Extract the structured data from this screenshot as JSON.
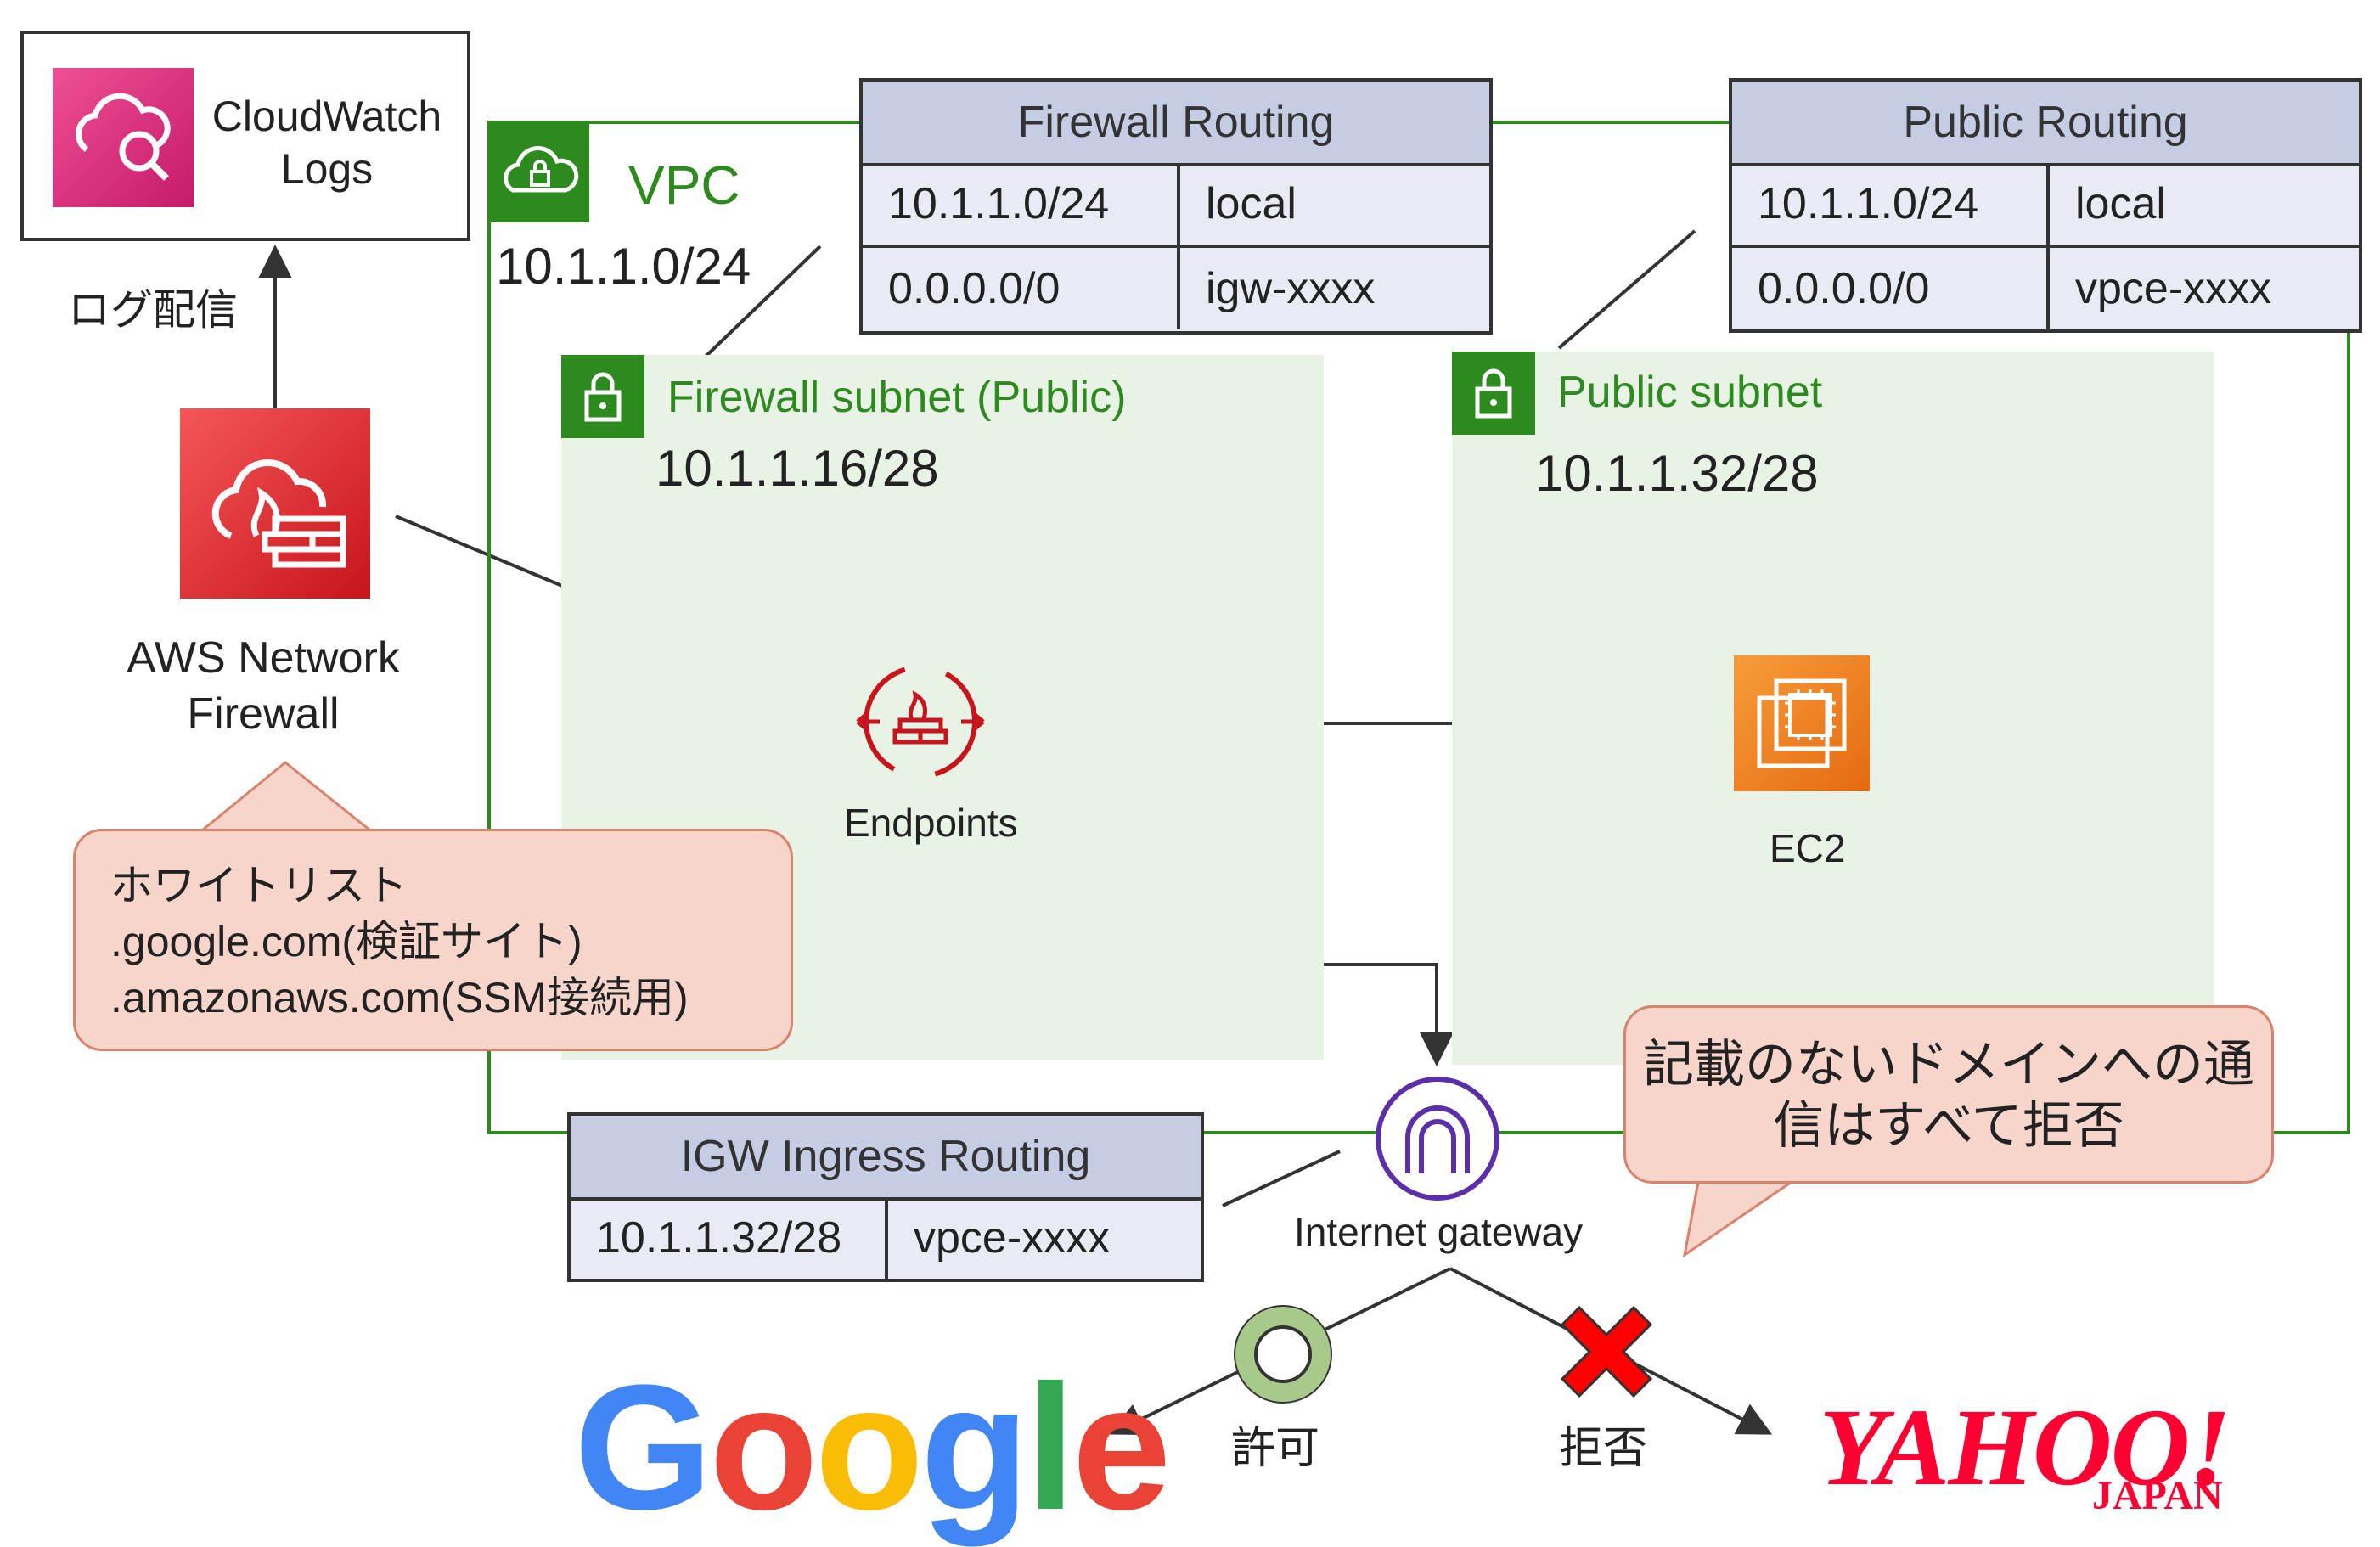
{
  "cloudwatch": {
    "label": "CloudWatch Logs",
    "icon": "cloudwatch-logs-icon"
  },
  "log_delivery": {
    "label": "ログ配信"
  },
  "network_firewall": {
    "label": "AWS Network Firewall",
    "icon": "network-firewall-icon"
  },
  "vpc": {
    "label": "VPC",
    "cidr": "10.1.1.0/24",
    "color": "#2d8a1e"
  },
  "firewall_subnet": {
    "title": "Firewall subnet (Public)",
    "cidr": "10.1.1.16/28"
  },
  "public_subnet": {
    "title": "Public subnet",
    "cidr": "10.1.1.32/28"
  },
  "firewall_routing": {
    "title": "Firewall Routing",
    "rows": [
      {
        "dest": "10.1.1.0/24",
        "target": "local"
      },
      {
        "dest": "0.0.0.0/0",
        "target": "igw-xxxx"
      }
    ]
  },
  "public_routing": {
    "title": "Public Routing",
    "rows": [
      {
        "dest": "10.1.1.0/24",
        "target": "local"
      },
      {
        "dest": "0.0.0.0/0",
        "target": "vpce-xxxx"
      }
    ]
  },
  "igw_routing": {
    "title": "IGW Ingress Routing",
    "rows": [
      {
        "dest": "10.1.1.32/28",
        "target": "vpce-xxxx"
      }
    ]
  },
  "endpoints": {
    "label": "Endpoints",
    "icon": "firewall-endpoint-icon"
  },
  "ec2": {
    "label": "EC2",
    "icon": "ec2-instance-icon"
  },
  "internet_gateway": {
    "label": "Internet gateway",
    "icon": "internet-gateway-icon"
  },
  "whitelist": {
    "text": "ホワイトリスト\n.google.com(検証サイト)\n.amazonaws.com(SSM接続用)"
  },
  "deny_note": {
    "text": "記載のないドメインへの通信はすべて拒否"
  },
  "allow": {
    "label": "許可",
    "icon": "allow-circle-icon"
  },
  "deny": {
    "label": "拒否",
    "icon": "deny-x-icon"
  },
  "google": {
    "logo_text": "Google"
  },
  "yahoo": {
    "logo_text": "YAHOO!",
    "sub_text": "JAPAN"
  }
}
